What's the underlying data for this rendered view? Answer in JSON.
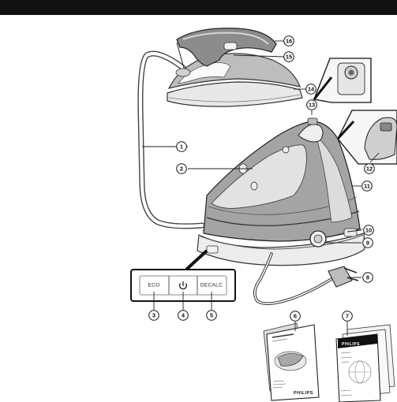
{
  "header": {
    "color": "#111111"
  },
  "control_panel": {
    "eco_label": "ECO",
    "power_icon": "power-icon",
    "decalc_label": "DECALC"
  },
  "documents": {
    "booklet_brand": "PHILIPS",
    "leaflet_brand": "PHILIPS"
  },
  "callouts": [
    {
      "id": "1",
      "label": "1"
    },
    {
      "id": "2",
      "label": "2"
    },
    {
      "id": "3",
      "label": "3"
    },
    {
      "id": "4",
      "label": "4"
    },
    {
      "id": "5",
      "label": "5"
    },
    {
      "id": "6",
      "label": "6"
    },
    {
      "id": "7",
      "label": "7"
    },
    {
      "id": "8",
      "label": "8"
    },
    {
      "id": "9",
      "label": "9"
    },
    {
      "id": "10",
      "label": "10"
    },
    {
      "id": "11",
      "label": "11"
    },
    {
      "id": "12",
      "label": "12"
    },
    {
      "id": "13",
      "label": "13"
    },
    {
      "id": "14",
      "label": "14"
    },
    {
      "id": "15",
      "label": "15"
    },
    {
      "id": "16",
      "label": "16"
    }
  ]
}
